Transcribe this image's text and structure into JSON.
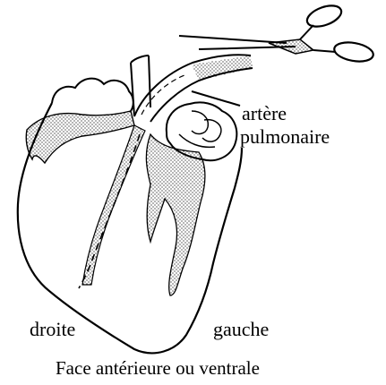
{
  "labels": {
    "artery_line1": "artère",
    "artery_line2": "pulmonaire",
    "right_side": "droite",
    "left_side": "gauche"
  },
  "caption": "Face antérieure ou ventrale",
  "colors": {
    "ink": "#000000",
    "background": "#ffffff"
  },
  "icons": {
    "tool": "scissors-icon"
  }
}
